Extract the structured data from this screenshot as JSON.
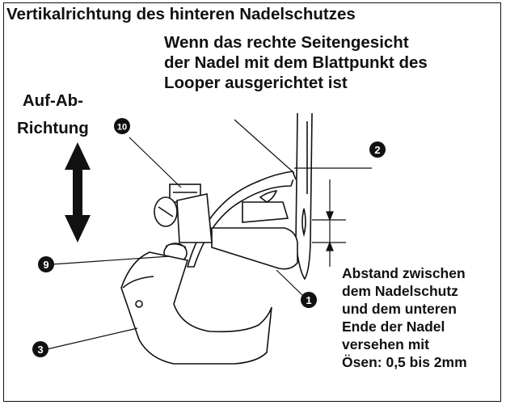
{
  "title": "Vertikalrichtung des hinteren Nadelschutzes",
  "alignment_note": [
    "Wenn das rechte Seitengesicht",
    "der Nadel mit dem Blattpunkt des",
    "Looper ausgerichtet ist"
  ],
  "direction_label": [
    "Auf-Ab-",
    "Richtung"
  ],
  "gap_note": [
    "Abstand zwischen",
    "dem Nadelschutz",
    "und dem unteren",
    "Ende der Nadel",
    "versehen mit",
    "Ösen: 0,5 bis 2mm"
  ],
  "callouts": {
    "c1": "1",
    "c2": "2",
    "c3": "3",
    "c9": "9",
    "c10": "10"
  },
  "icons": [
    "up-down-arrow-icon"
  ],
  "colors": {
    "ink": "#111111",
    "background": "#ffffff"
  }
}
